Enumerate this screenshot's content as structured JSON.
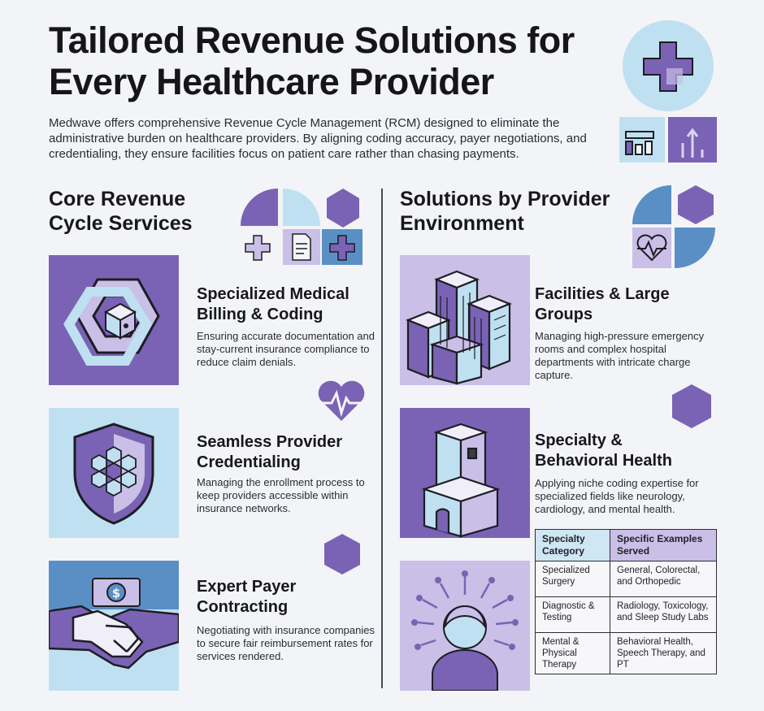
{
  "header": {
    "title": "Tailored Revenue Solutions for Every Healthcare Provider",
    "intro": "Medwave offers comprehensive Revenue Cycle Management (RCM) designed to eliminate the administrative burden on healthcare providers. By aligning coding accuracy, payer negotiations, and credentialing, they ensure facilities focus on patient care rather than chasing payments."
  },
  "left": {
    "title": "Core Revenue Cycle Services",
    "services": [
      {
        "title": "Specialized Medical Billing & Coding",
        "desc": "Ensuring accurate documentation and stay-current insurance compliance to reduce claim denials."
      },
      {
        "title": "Seamless Provider Credentialing",
        "desc": "Managing the enrollment process to keep providers accessible within insurance networks."
      },
      {
        "title": "Expert Payer Contracting",
        "desc": "Negotiating with insurance companies to secure fair reimbursement rates for services rendered."
      }
    ]
  },
  "right": {
    "title": "Solutions by Provider Environment",
    "solutions": [
      {
        "title": "Facilities & Large Groups",
        "desc": "Managing high-pressure emergency rooms and complex hospital departments with intricate charge capture."
      },
      {
        "title": "Specialty & Behavioral Health",
        "desc": "Applying niche coding expertise for specialized fields like neurology, cardiology, and mental health."
      }
    ],
    "table": {
      "headers": [
        "Specialty Category",
        "Specific Examples Served"
      ],
      "rows": [
        [
          "Specialized Surgery",
          "General, Colorectal, and Orthopedic"
        ],
        [
          "Diagnostic & Testing",
          "Radiology, Toxicology, and Sleep Study Labs"
        ],
        [
          "Mental & Physical Therapy",
          "Behavioral Health, Speech Therapy, and PT"
        ]
      ]
    }
  },
  "icons": [
    "medical-cross-icon",
    "analytics-chart-icon",
    "heartbeat-icon",
    "document-icon",
    "hexagon-icon",
    "chain-link-icon",
    "shield-icon",
    "handshake-icon",
    "dollar-icon",
    "buildings-icon",
    "person-icon"
  ],
  "colors": {
    "purple": "#7a63b4",
    "light_purple": "#c9bfe7",
    "light_blue": "#bfe0f1",
    "blue": "#5a8fc6",
    "background": "#f3f4f8"
  }
}
